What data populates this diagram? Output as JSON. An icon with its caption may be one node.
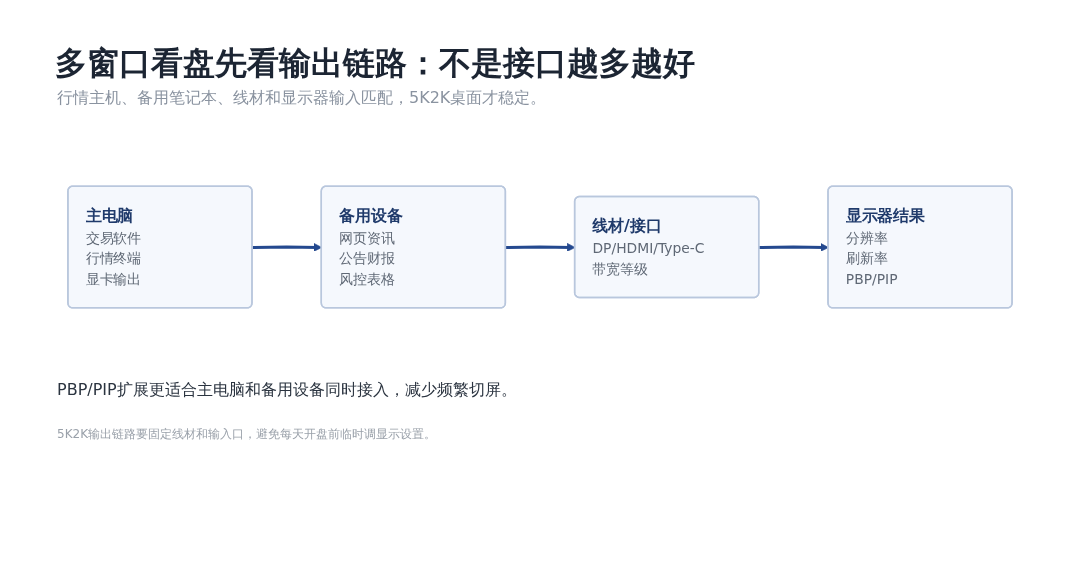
{
  "diagram": {
    "title": "多窗口看盘先看输出链路：不是接口越多越好",
    "nodes": [
      {
        "text": [
          "主电脑",
          "交易软件",
          "行情终端",
          "显卡输出"
        ]
      },
      {
        "text": [
          "备用设备",
          "网页资讯",
          "公告财报",
          "风控表格"
        ]
      },
      {
        "text": [
          "线材/接口",
          "DP/HDMI/Type-C",
          "带宽等级"
        ]
      },
      {
        "text": [
          "显示器结果",
          "分辨率",
          "刷新率",
          "PBP/PIP"
        ]
      }
    ],
    "edges": [
      {
        "from": 0,
        "to": 1,
        "arrow": "to"
      },
      {
        "from": 1,
        "to": 2,
        "arrow": "to"
      },
      {
        "from": 2,
        "to": 3,
        "arrow": "to"
      }
    ],
    "labels": [
      "行情主机、备用笔记本、线材和显示器输入匹配，5K2K桌面才稳定。",
      "PBP/PIP扩展更适合主电脑和备用设备同时接入，减少频繁切屏。",
      "5K2K输出链路要固定线材和输入口，避免每天开盘前临时调显示设置。"
    ]
  }
}
